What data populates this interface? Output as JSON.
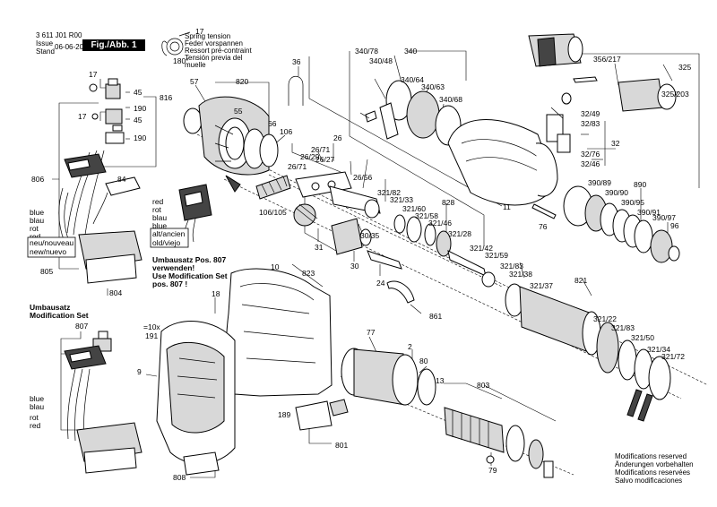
{
  "header": {
    "doc_number": "3 611 J01 R00",
    "issue_label": "Issue",
    "stand_label": "Stand",
    "issue_date": "06-06-20",
    "figure_label": "Fig./Abb. 1"
  },
  "spring_tension": {
    "value": "17",
    "angle": "180°",
    "lines": [
      "Spring tension",
      "Feder vorspannen",
      "Ressort pré-contraint",
      "Tensión previa del",
      "muelle"
    ]
  },
  "part_labels": {
    "p17a": "17",
    "p45a": "45",
    "p816": "816",
    "p190a": "190",
    "p17b": "17",
    "p45b": "45",
    "p190b": "190",
    "p806": "806",
    "p84": "84",
    "p805": "805",
    "p804": "804",
    "p57": "57",
    "p820": "820",
    "p55": "55",
    "p66": "66",
    "p106": "106",
    "p36": "36",
    "p340_78": "340/78",
    "p340_48": "340/48",
    "p340": "340",
    "p340_64": "340/64",
    "p340_63": "340/63",
    "p340_68": "340/68",
    "p356_217": "356/217",
    "p325": "325",
    "p325_203": "325/203",
    "p26": "26",
    "p26_71a": "26/71",
    "p26_29": "26/29",
    "p26_71b": "26/71",
    "p26_27": "26/27",
    "p26_56": "26/56",
    "p106_105": "106/105",
    "p32_49": "32/49",
    "p32_83": "32/83",
    "p32": "32",
    "p32_76": "32/76",
    "p32_46": "32/46",
    "p890": "890",
    "p390_89": "390/89",
    "p390_90": "390/90",
    "p390_95": "390/95",
    "p390_91": "390/91",
    "p390_97": "390/97",
    "p96": "96",
    "p11": "11",
    "p76": "76",
    "p828": "828",
    "p321_82": "321/82",
    "p321_33": "321/33",
    "p321_60": "321/60",
    "p321_58": "321/58",
    "p321_46": "321/46",
    "p321_28": "321/28",
    "p321_42": "321/42",
    "p321_59": "321/59",
    "p31": "31",
    "p30_35": "30/35",
    "p823": "823",
    "p30": "30",
    "p24": "24",
    "p861": "861",
    "p821": "821",
    "p321_83a": "321/83",
    "p321_38": "321/38",
    "p321_37": "321/37",
    "p321_22": "321/22",
    "p321_83b": "321/83",
    "p321_50": "321/50",
    "p321_34": "321/34",
    "p321_72": "321/72",
    "p10": "10",
    "p18": "18",
    "p10x": "=10x",
    "p191": "191",
    "p9": "9",
    "p77": "77",
    "p2": "2",
    "p80": "80",
    "p13": "13",
    "p803": "803",
    "p189": "189",
    "p801": "801",
    "p808": "808",
    "p79": "79",
    "p807": "807"
  },
  "wire_colors_a": {
    "blue": "blue",
    "blau": "blau",
    "rot": "rot",
    "red": "red"
  },
  "wire_colors_b": {
    "red": "red",
    "rot": "rot",
    "blau": "blau",
    "blue": "blue"
  },
  "wire_colors_c": {
    "blue": "blue",
    "blau": "blau",
    "rot": "rot",
    "red": "red"
  },
  "old_new_left": [
    "neu/nouveau",
    "new/nuevo"
  ],
  "old_new_right": [
    "alt/ancien",
    "old/viejo"
  ],
  "modification_note": [
    "Umbausatz Pos. 807",
    "verwenden!",
    "Use Modification Set",
    "pos. 807 !"
  ],
  "modification_set": [
    "Umbausatz",
    "Modification Set"
  ],
  "footer": [
    "Modifications reserved",
    "Änderungen vorbehalten",
    "Modifications reservées",
    "Salvo modificaciones"
  ],
  "colors": {
    "line": "#000000",
    "fill_grey": "#d8d8d8",
    "fill_dark": "#444444",
    "background": "#ffffff"
  }
}
